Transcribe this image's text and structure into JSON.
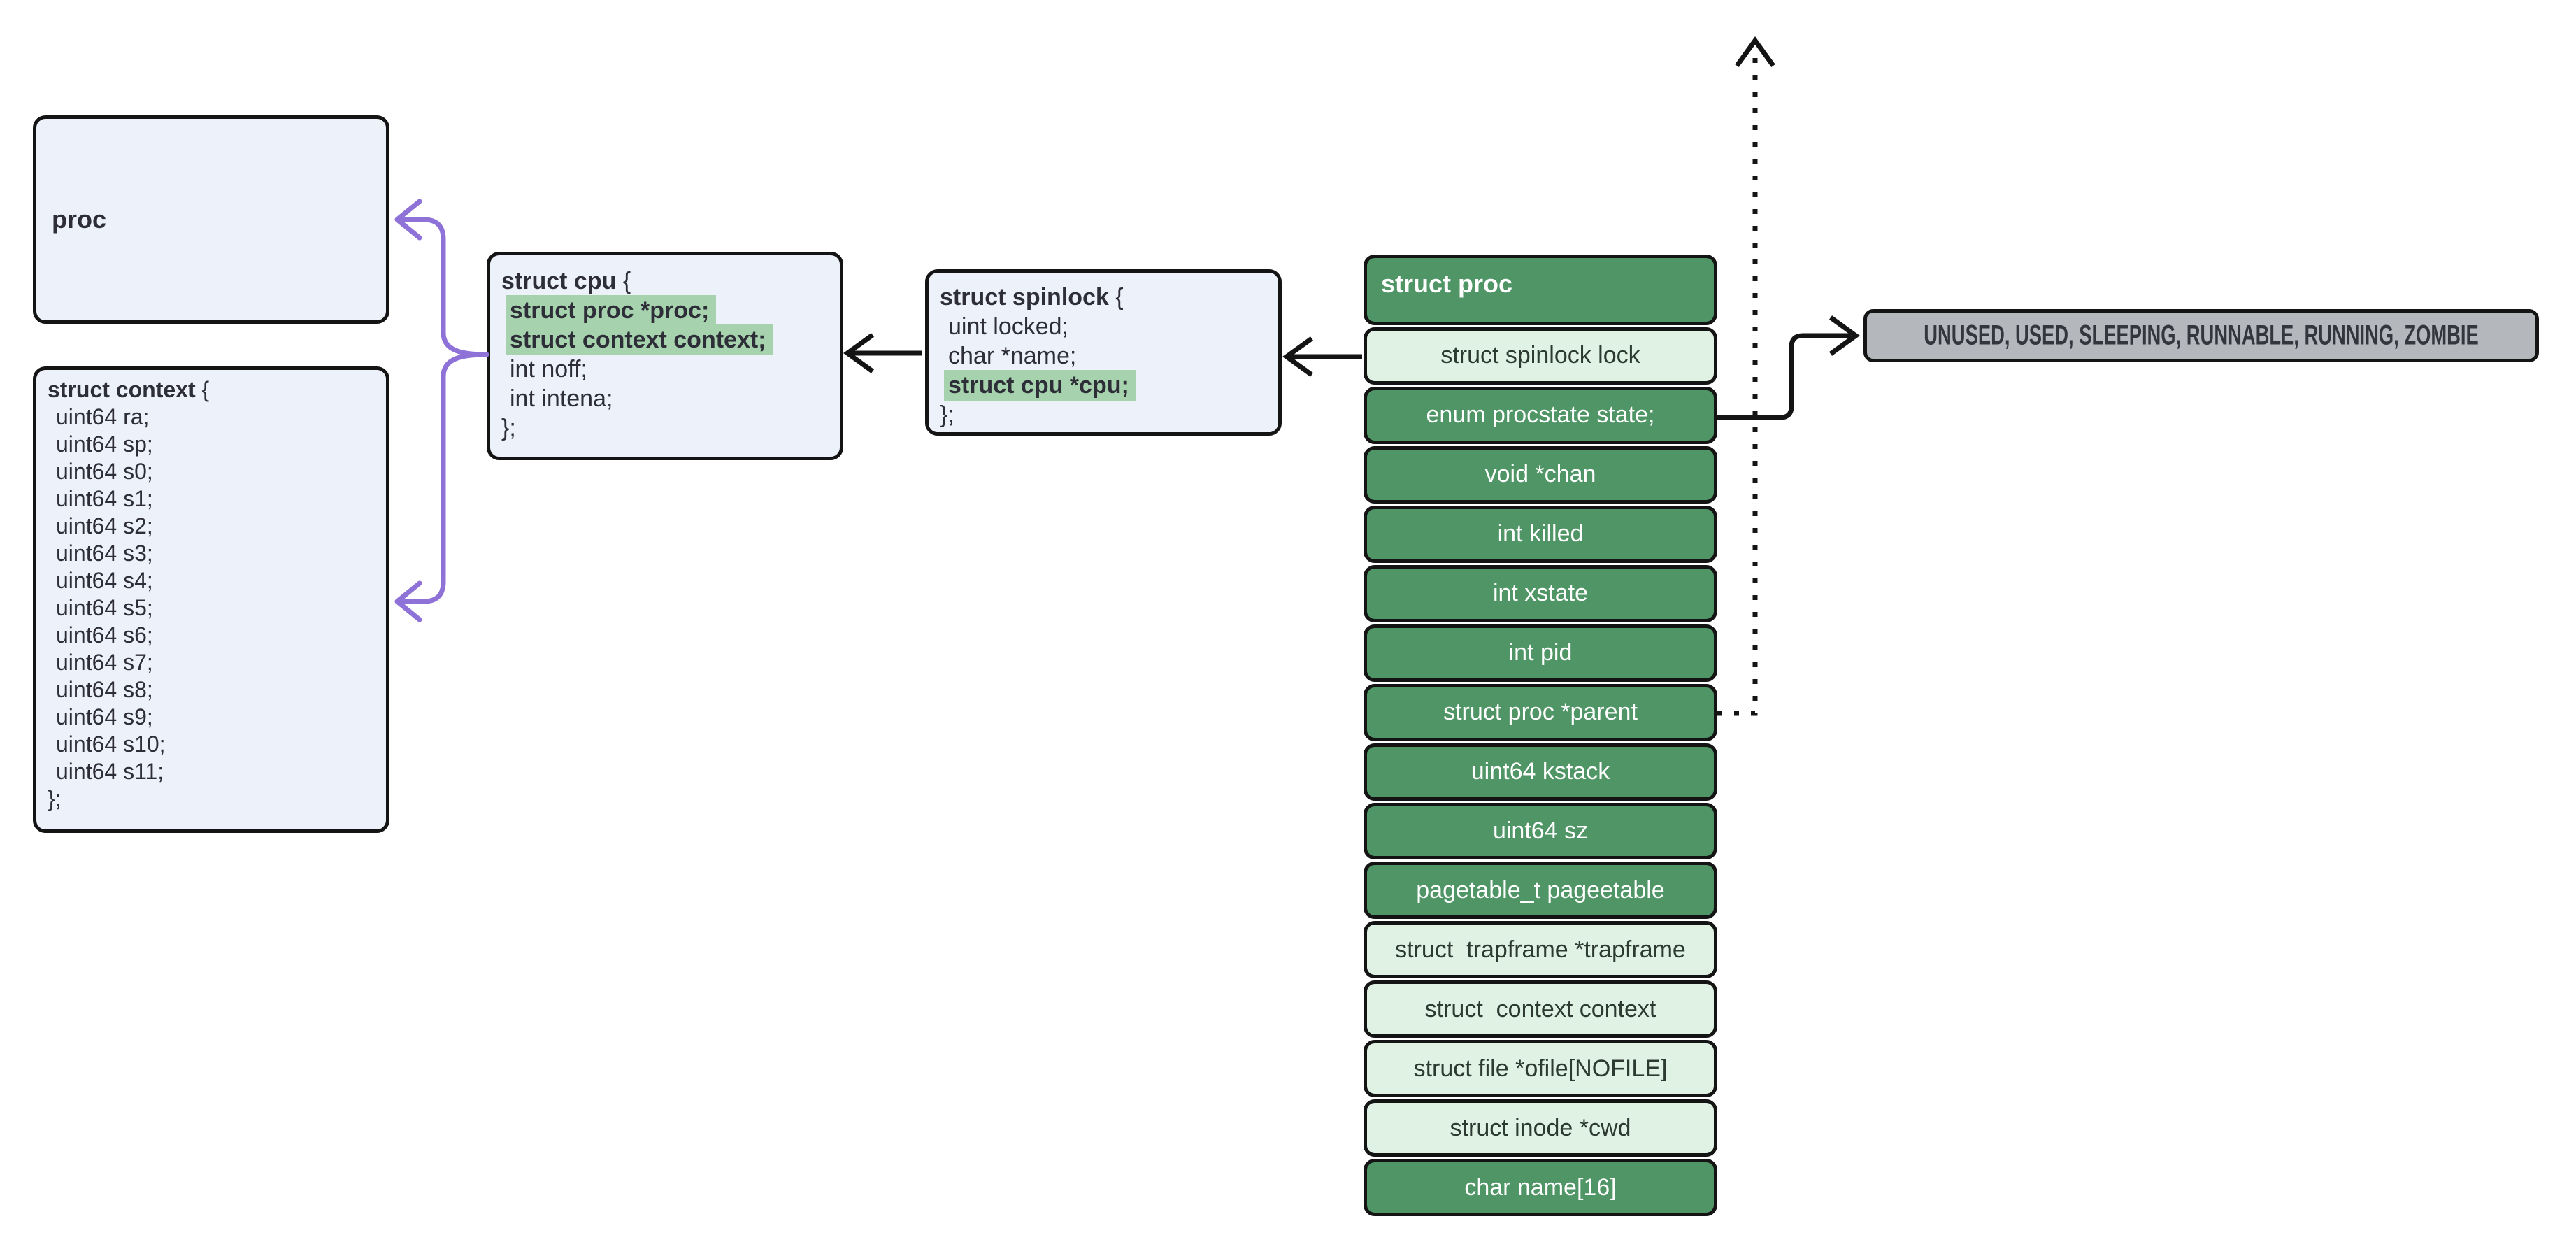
{
  "colors": {
    "dark_green": "#4f9565",
    "light_green": "#e0f2e3",
    "box_blue": "#edf1fa",
    "highlight": "#a6d3ad",
    "gray_fill": "#b4b8bd",
    "purple": "#8f72d8",
    "ink": "#141414",
    "text": "#2e2e38",
    "row_light_text": "#2c3a31"
  },
  "proc_box": {
    "label": "proc"
  },
  "context_box": {
    "lines": [
      {
        "text": "struct context",
        "suffix": " {",
        "bold": true
      },
      {
        "text": "uint64 ra;",
        "indent": true
      },
      {
        "text": "uint64 sp;",
        "indent": true
      },
      {
        "text": "uint64 s0;",
        "indent": true
      },
      {
        "text": "uint64 s1;",
        "indent": true
      },
      {
        "text": "uint64 s2;",
        "indent": true
      },
      {
        "text": "uint64 s3;",
        "indent": true
      },
      {
        "text": "uint64 s4;",
        "indent": true
      },
      {
        "text": "uint64 s5;",
        "indent": true
      },
      {
        "text": "uint64 s6;",
        "indent": true
      },
      {
        "text": "uint64 s7;",
        "indent": true
      },
      {
        "text": "uint64 s8;",
        "indent": true
      },
      {
        "text": "uint64 s9;",
        "indent": true
      },
      {
        "text": "uint64 s10;",
        "indent": true
      },
      {
        "text": "uint64 s11;",
        "indent": true
      },
      {
        "text": "};"
      }
    ]
  },
  "cpu_box": {
    "lines": [
      {
        "text": "struct cpu",
        "suffix": " {",
        "bold": true
      },
      {
        "text": "struct proc *proc;",
        "bold": true,
        "highlight": true,
        "indent": true
      },
      {
        "text": "struct context context;",
        "bold": true,
        "highlight": true,
        "indent": true
      },
      {
        "text": "int noff;",
        "indent": true
      },
      {
        "text": "int intena;",
        "indent": true
      },
      {
        "text": "};"
      }
    ]
  },
  "spinlock_box": {
    "lines": [
      {
        "text": "struct spinlock",
        "suffix": " {",
        "bold": true
      },
      {
        "text": "uint locked;",
        "indent": true
      },
      {
        "text": "char *name;",
        "indent": true
      },
      {
        "text": "struct cpu *cpu;",
        "bold": true,
        "highlight": true,
        "indent": true
      },
      {
        "text": "};"
      }
    ]
  },
  "proc_table": {
    "header": "struct proc",
    "rows": [
      {
        "label": "struct spinlock lock",
        "variant": "light"
      },
      {
        "label": "enum procstate state;",
        "variant": "dark"
      },
      {
        "label": "void *chan",
        "variant": "dark"
      },
      {
        "label": "int killed",
        "variant": "dark"
      },
      {
        "label": "int xstate",
        "variant": "dark"
      },
      {
        "label": "int pid",
        "variant": "dark"
      },
      {
        "label": "struct proc *parent",
        "variant": "dark"
      },
      {
        "label": "uint64 kstack",
        "variant": "dark"
      },
      {
        "label": "uint64 sz",
        "variant": "dark"
      },
      {
        "label": "pagetable_t pageetable",
        "variant": "dark"
      },
      {
        "label": "struct  trapframe *trapframe",
        "variant": "light"
      },
      {
        "label": "struct  context context",
        "variant": "light"
      },
      {
        "label": "struct file *ofile[NOFILE]",
        "variant": "light"
      },
      {
        "label": "struct inode *cwd",
        "variant": "light"
      },
      {
        "label": "char name[16]",
        "variant": "dark"
      }
    ]
  },
  "state_box": {
    "label": "UNUSED, USED, SLEEPING, RUNNABLE, RUNNING, ZOMBIE"
  }
}
